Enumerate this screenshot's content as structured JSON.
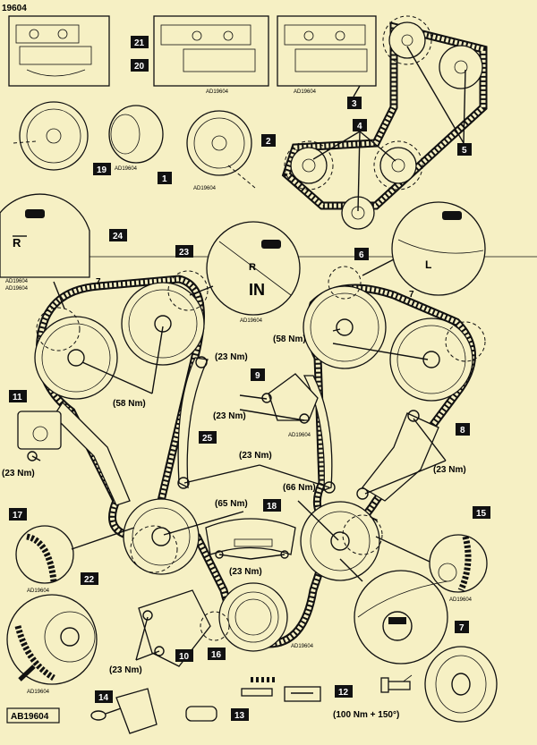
{
  "figure": {
    "top_ref": "19604",
    "bottom_ref": "AB19604",
    "panel_ref": "AD19604"
  },
  "callouts": {
    "c1": "1",
    "c2": "2",
    "c3": "3",
    "c4": "4",
    "c5": "5",
    "c6": "6",
    "c7": "7",
    "c8": "8",
    "c9": "9",
    "c10": "10",
    "c11": "11",
    "c12": "12",
    "c13": "13",
    "c14": "14",
    "c15": "15",
    "c16": "16",
    "c17": "17",
    "c18": "18",
    "c19": "19",
    "c20": "20",
    "c21": "21",
    "c22": "22",
    "c23": "23",
    "c24": "24",
    "c25": "25"
  },
  "torques": {
    "cam_left": "(58 Nm)",
    "cam_right": "(58 Nm)",
    "guide_top": "(23 Nm)",
    "tensioner_mid": "(23 Nm)",
    "guide_bolts": "(23 Nm)",
    "left_tensioner": "(23 Nm)",
    "right_tensioner": "(23 Nm)",
    "sprocket_left": "(65 Nm)",
    "sprocket_right": "(66 Nm)",
    "guide_bottom": "(23 Nm)",
    "lower_tensioner": "(23 Nm)",
    "crank_bolt": "(100 Nm + 150°)"
  },
  "marks": {
    "r_mark": "R",
    "in_mark": "IN",
    "l_mark": "L",
    "chain_seven_left": "7",
    "chain_seven_right": "7"
  }
}
